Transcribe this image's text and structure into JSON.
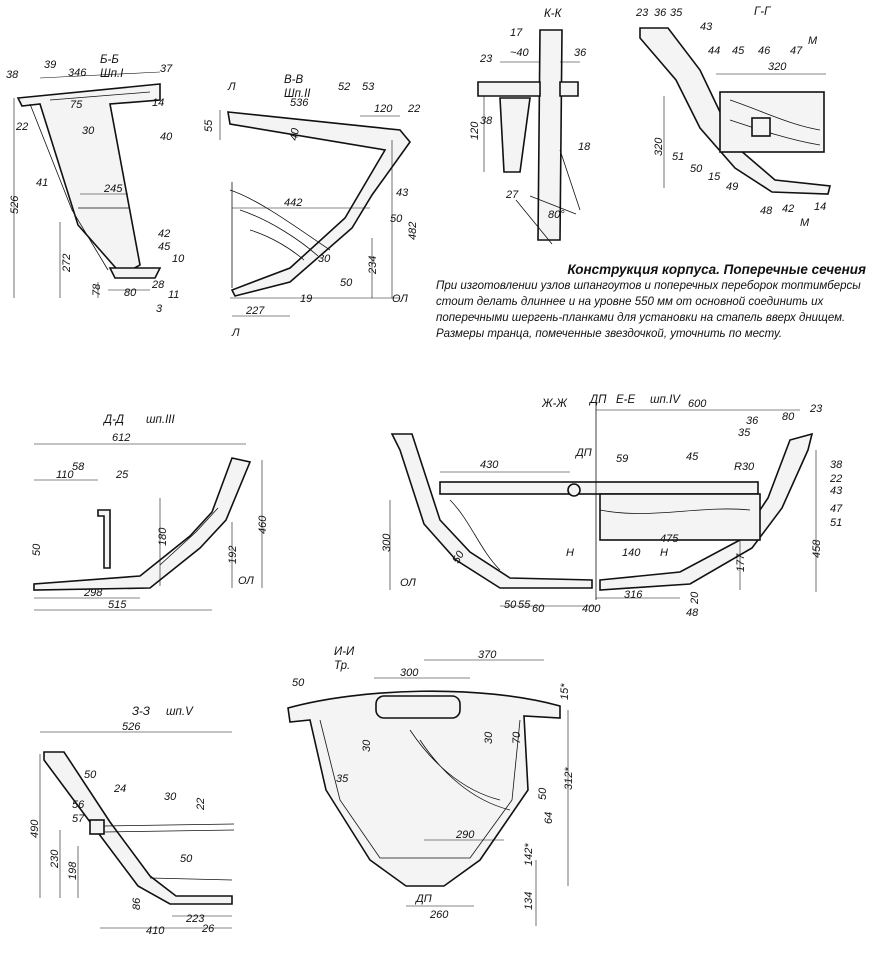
{
  "caption": {
    "title": "Конструкция корпуса. Поперечные сечения",
    "body": "При изготовлении узлов шпангоутов и поперечных переборок топтимберсы стоит делать длиннее и на уровне 550 мм от основной соединить их поперечными шергень-планками для установки на стапель вверх днищем. Размеры транца, помеченные звездочкой, уточнить по месту."
  },
  "sections": {
    "bb": {
      "title": "Б-Б",
      "sub": "Шп.I",
      "labels": [
        "38",
        "39",
        "346",
        "37",
        "22",
        "75",
        "30",
        "14",
        "40",
        "41",
        "245",
        "526",
        "42",
        "45",
        "10",
        "272",
        "78",
        "80",
        "28",
        "11",
        "3"
      ]
    },
    "vv": {
      "title": "В-В",
      "sub": "Шп.II",
      "labels": [
        "Л",
        "55",
        "536",
        "52",
        "53",
        "120",
        "22",
        "40",
        "43",
        "442",
        "482",
        "50",
        "30",
        "234",
        "50",
        "19",
        "ОЛ",
        "227",
        "Л"
      ]
    },
    "kk": {
      "title": "К-К",
      "labels": [
        "17",
        "~40",
        "36",
        "23",
        "38",
        "120",
        "18",
        "27",
        "80°"
      ]
    },
    "gg": {
      "title": "Г-Г",
      "labels": [
        "23",
        "36",
        "35",
        "43",
        "44",
        "45",
        "46",
        "47",
        "М",
        "320",
        "320",
        "51",
        "50",
        "15",
        "49",
        "48",
        "42",
        "14",
        "М"
      ]
    }
  },
  "sections2": {
    "dd": {
      "title": "Д-Д",
      "sub": "шп.III",
      "labels": [
        "612",
        "110",
        "58",
        "25",
        "180",
        "460",
        "50",
        "192",
        "ОЛ",
        "298",
        "515"
      ]
    },
    "ee": {
      "title": "Ж-Ж",
      "dp": "ДП",
      "title2": "Е-Е",
      "sub": "шп.IV",
      "labels": [
        "600",
        "80",
        "23",
        "36",
        "35",
        "38",
        "22",
        "43",
        "430",
        "ДП",
        "59",
        "45",
        "R30",
        "47",
        "51",
        "300",
        "50",
        "475",
        "140",
        "Н",
        "Н",
        "177",
        "458",
        "ОЛ",
        "50",
        "55",
        "60",
        "400",
        "316",
        "20",
        "48"
      ]
    },
    "zz": {
      "title": "З-З",
      "sub": "шп.V",
      "labels": [
        "526",
        "50",
        "24",
        "30",
        "22",
        "56",
        "57",
        "490",
        "230",
        "198",
        "50",
        "86",
        "223",
        "26",
        "410"
      ]
    },
    "ii": {
      "title": "И-И",
      "sub": "Тр.",
      "labels": [
        "370",
        "300",
        "50",
        "15*",
        "30",
        "30",
        "70",
        "312*",
        "35",
        "50",
        "64",
        "290",
        "142*",
        "ДП",
        "260",
        "134"
      ]
    }
  }
}
